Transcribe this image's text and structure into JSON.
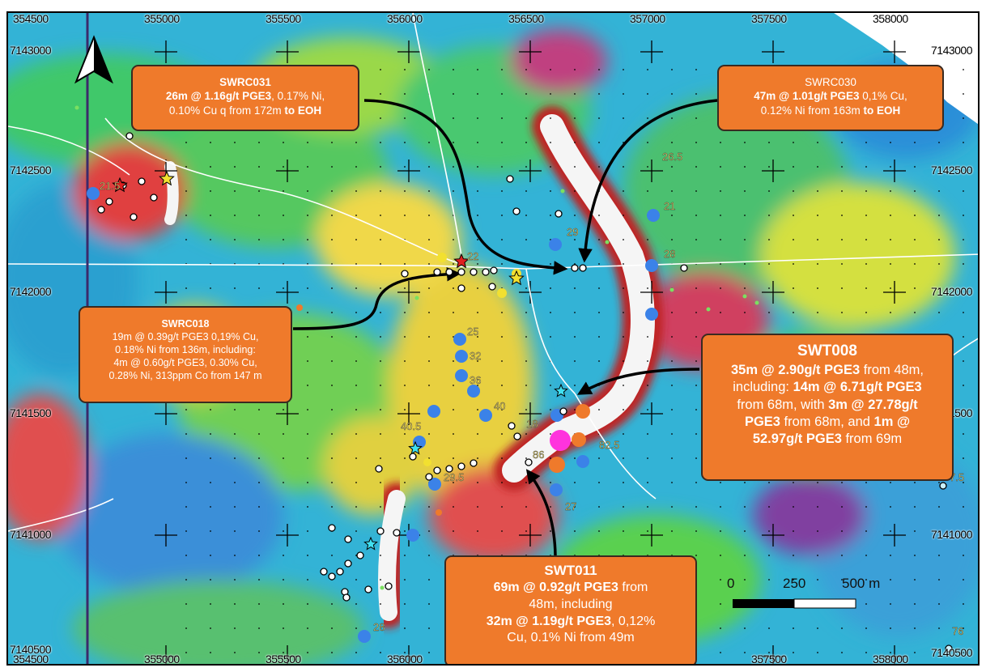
{
  "colors": {
    "callout_fill": "#ef7a2b",
    "callout_border": "#3a2a20",
    "arrow": "#000000",
    "drillhole_white": "#ffffff",
    "drillhole_blue": "#3b82e8",
    "drillhole_orange": "#ef7a2b",
    "drillhole_magenta": "#ff33dd",
    "star_yellow": "#f2e030",
    "star_red": "#e02020",
    "star_cyan": "#40e0f0",
    "label_yellow": "#f5e070"
  },
  "north_arrow": {
    "icon": "north-arrow-icon"
  },
  "grid": {
    "top_labels": [
      "354500",
      "355000",
      "355500",
      "356000",
      "356500",
      "357000",
      "357500",
      "358000"
    ],
    "bottom_labels": [
      "354500",
      "355000",
      "355500",
      "356000",
      "356500",
      "357000",
      "357500",
      "358000"
    ],
    "left_labels": [
      "7143000",
      "7142500",
      "7142000",
      "7141500",
      "7141000",
      "7140500"
    ],
    "right_labels": [
      "7143000",
      "7142500",
      "7142000",
      "7141500",
      "7141000",
      "7140500"
    ]
  },
  "scale_bar": {
    "labels": [
      "0",
      "250",
      "500 m"
    ]
  },
  "callouts": {
    "swrc031": {
      "title": "SWRC031",
      "l1a": "26m @ 1.16g/t PGE3",
      "l1b": ", 0.17% Ni,",
      "l2a": "0.10% Cu q from 172m ",
      "l2b": "to EOH"
    },
    "swrc030": {
      "title": "SWRC030",
      "l1a": "47m @ 1.01g/t PGE3",
      "l1b": " 0,1% Cu,",
      "l2a": "0.12% Ni from 163m ",
      "l2b": "to EOH"
    },
    "swrc018": {
      "title": "SWRC018",
      "l1": "19m @ 0.39g/t PGE3 0,19% Cu,",
      "l2": "0.18% Ni from 136m, including:",
      "l3": "4m @ 0.60g/t PGE3, 0.30% Cu,",
      "l4": "0.28% Ni, 313ppm Co from 147 m"
    },
    "swt008": {
      "title": "SWT008",
      "l1a": "35m @ 2.90g/t PGE3",
      "l1b": " from 48m,",
      "l2a": "including: ",
      "l2b": "14m @ 6.71g/t PGE3",
      "l3a": "from 68m, with ",
      "l3b": "3m @ 27.78g/t",
      "l4a": "PGE3",
      "l4b": " from 68m, and ",
      "l4c": "1m @",
      "l5a": "52.97g/t PGE3",
      "l5b": " from 69m"
    },
    "swt011": {
      "title": "SWT011",
      "l1a": "69m @ 0.92g/t PGE3",
      "l1b": " from",
      "l2": "48m, including",
      "l3a": "32m @ 1.19g/t PGE3",
      "l3b": ", 0,12%",
      "l4": "Cu, 0.1% Ni from 49m"
    }
  },
  "hole_labels": [
    "21.5",
    "22",
    "29",
    "26.5",
    "21",
    "28",
    "25",
    "32",
    "36",
    "40.5",
    "40",
    "18",
    "86",
    "82.5",
    "27",
    "29.5",
    "28",
    "7.5",
    "76"
  ]
}
